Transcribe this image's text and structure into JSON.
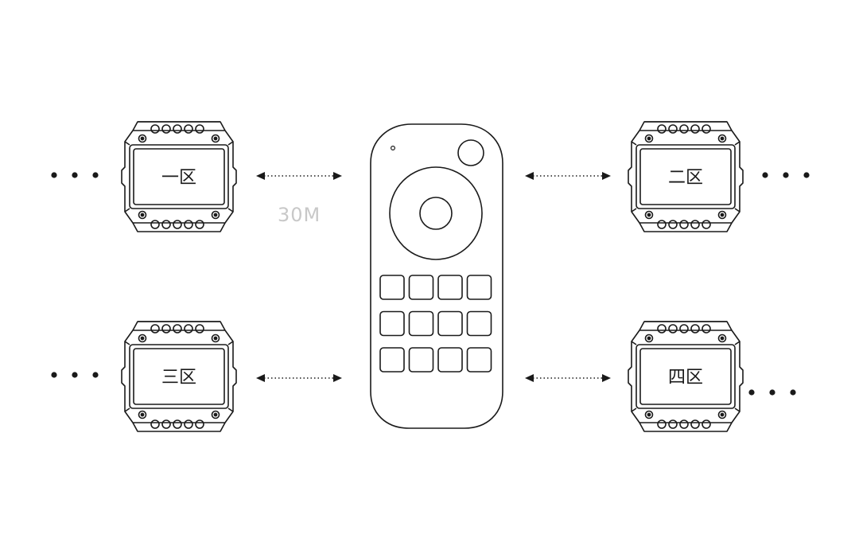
{
  "zones": [
    {
      "id": "zone-1",
      "label": "一区"
    },
    {
      "id": "zone-2",
      "label": "二区"
    },
    {
      "id": "zone-3",
      "label": "三区"
    },
    {
      "id": "zone-4",
      "label": "四区"
    }
  ],
  "distance_label": "30M",
  "colors": {
    "line": "#1a1a1a",
    "distance_text": "#c8c8c8",
    "background": "#ffffff"
  },
  "remote": {
    "button_rows": 3,
    "button_cols": 4
  }
}
